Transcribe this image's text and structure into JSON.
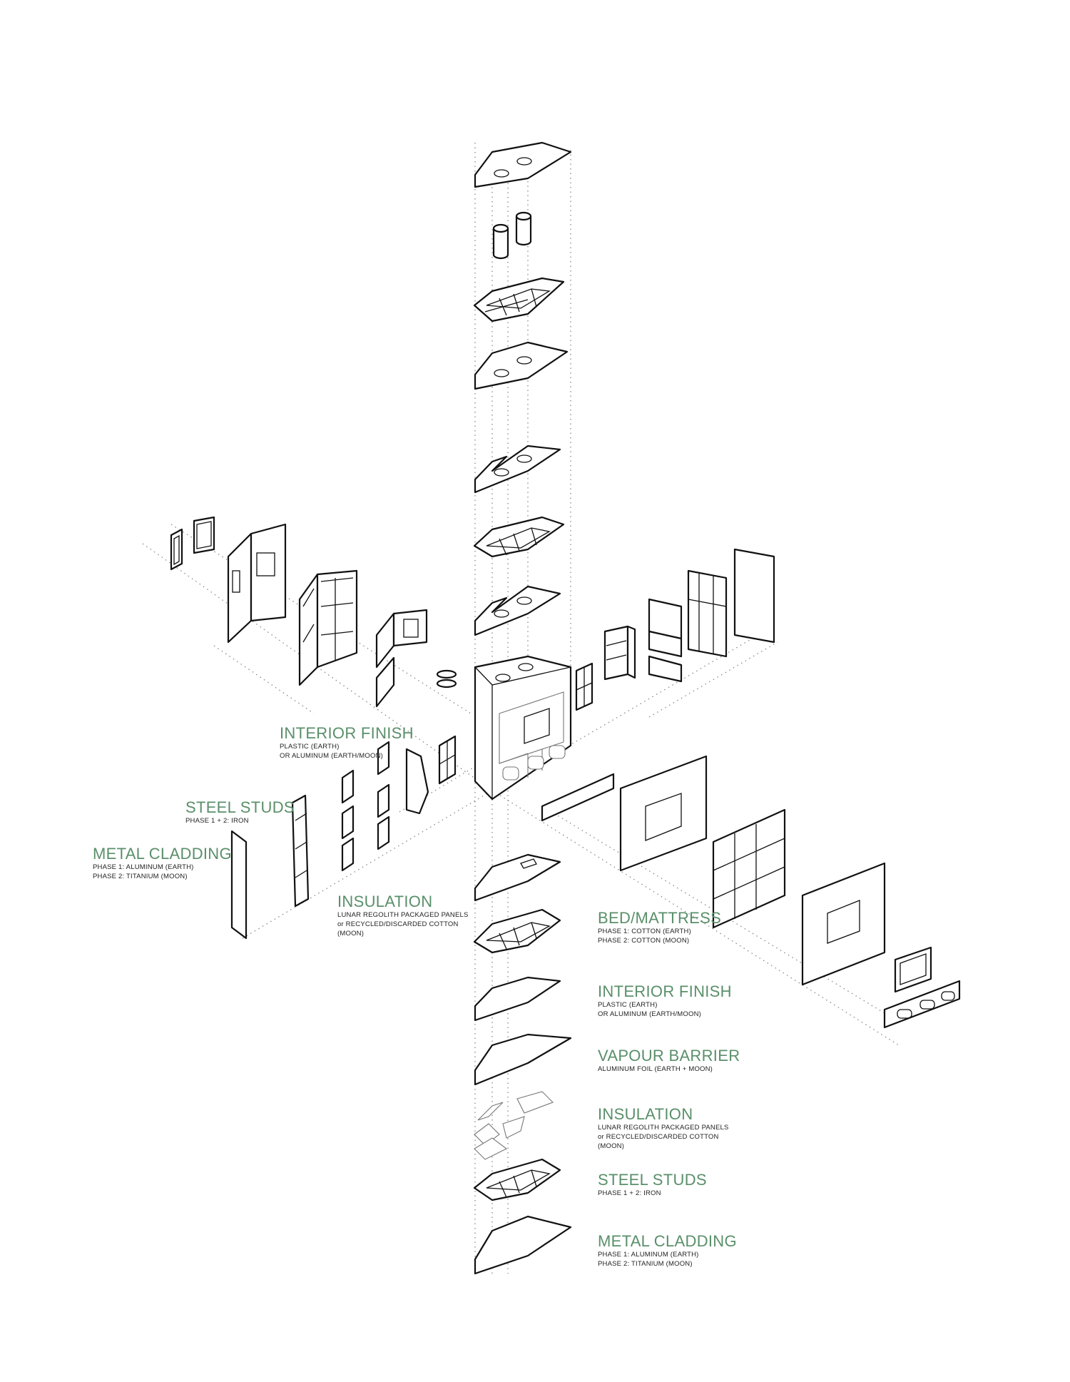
{
  "accent_color": "#5a8f6a",
  "labels": [
    {
      "id": "interior-finish-wall",
      "title": "INTERIOR FINISH",
      "lines": [
        "PLASTIC (EARTH)",
        "OR ALUMINUM (EARTH/MOON)"
      ]
    },
    {
      "id": "steel-studs-wall",
      "title": "STEEL STUDS",
      "lines": [
        "PHASE 1 + 2: IRON"
      ]
    },
    {
      "id": "metal-cladding-wall",
      "title": "METAL CLADDING",
      "lines": [
        "PHASE 1: ALUMINUM (EARTH)",
        "PHASE 2: TITANIUM (MOON)"
      ]
    },
    {
      "id": "insulation-wall",
      "title": "INSULATION",
      "lines": [
        "LUNAR REGOLITH PACKAGED PANELS",
        "or RECYCLED/DISCARDED COTTON",
        "(MOON)"
      ]
    },
    {
      "id": "bed-mattress",
      "title": "BED/MATTRESS",
      "lines": [
        "PHASE 1: COTTON (EARTH)",
        "PHASE 2: COTTON (MOON)"
      ]
    },
    {
      "id": "interior-finish-floor",
      "title": "INTERIOR FINISH",
      "lines": [
        "PLASTIC (EARTH)",
        "OR ALUMINUM (EARTH/MOON)"
      ]
    },
    {
      "id": "vapour-barrier",
      "title": "VAPOUR BARRIER",
      "lines": [
        "ALUMINUM FOIL (EARTH + MOON)"
      ]
    },
    {
      "id": "insulation-floor",
      "title": "INSULATION",
      "lines": [
        "LUNAR REGOLITH PACKAGED PANELS",
        "or RECYCLED/DISCARDED COTTON",
        "(MOON)"
      ]
    },
    {
      "id": "steel-studs-floor",
      "title": "STEEL STUDS",
      "lines": [
        "PHASE 1 + 2: IRON"
      ]
    },
    {
      "id": "metal-cladding-floor",
      "title": "METAL CLADDING",
      "lines": [
        "PHASE 1: ALUMINUM (EARTH)",
        "PHASE 2: TITANIUM (MOON)"
      ]
    }
  ]
}
